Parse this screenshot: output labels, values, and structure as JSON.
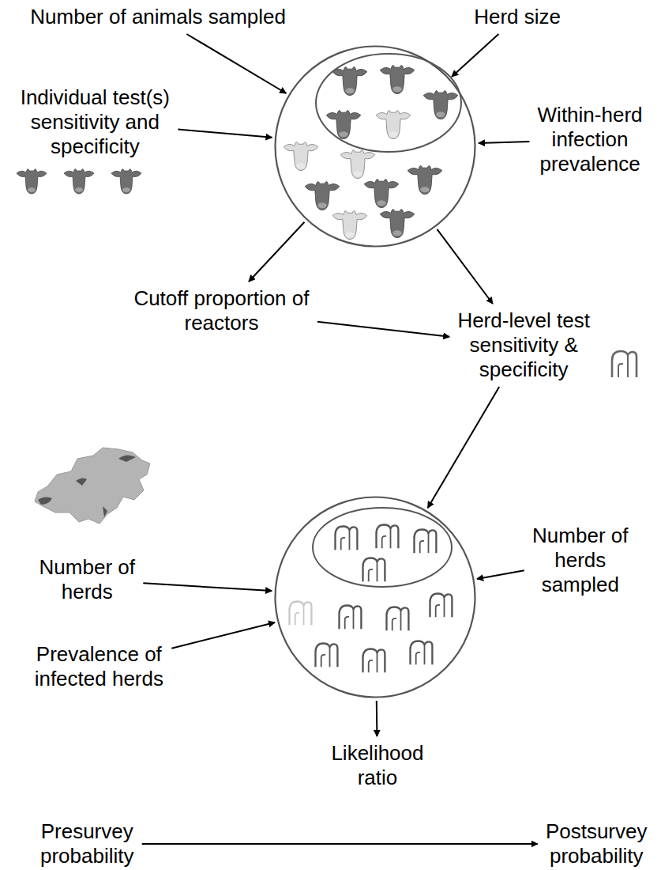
{
  "diagram": {
    "nodes": [
      {
        "text": [
          "Number of animals sampled"
        ]
      },
      {
        "text": [
          "Herd size"
        ]
      },
      {
        "text": [
          "Individual test(s) sensitivity and specificity"
        ]
      },
      {
        "text": []
      },
      {
        "text": [
          "Within-herd infection prevalence"
        ]
      },
      {
        "text": [
          "Cutoff proportion of reactors"
        ]
      },
      {
        "text": [
          "Herd-level test sensitivity & specificity"
        ]
      },
      {
        "text": [
          "Number of herds"
        ]
      },
      {
        "text": []
      },
      {
        "text": [
          "Number of herds sampled"
        ]
      },
      {
        "text": [
          "Prevalence of infected herds"
        ]
      },
      {
        "text": [
          "Likelihood ratio"
        ]
      },
      {
        "text": [
          "Presurvey probability"
        ]
      },
      {
        "text": [
          "Postsurvey probability"
        ]
      }
    ],
    "edges": [
      {
        "from": 0,
        "to": 3,
        "arrow": "to"
      },
      {
        "from": 1,
        "to": 3,
        "arrow": "to"
      },
      {
        "from": 2,
        "to": 3,
        "arrow": "to"
      },
      {
        "from": 4,
        "to": 3,
        "arrow": "to"
      },
      {
        "from": 3,
        "to": 5,
        "arrow": "to"
      },
      {
        "from": 3,
        "to": 6,
        "arrow": "to"
      },
      {
        "from": 5,
        "to": 6,
        "arrow": "to"
      },
      {
        "from": 6,
        "to": 8,
        "arrow": "to"
      },
      {
        "from": 7,
        "to": 8,
        "arrow": "to"
      },
      {
        "from": 9,
        "to": 8,
        "arrow": "to"
      },
      {
        "from": 10,
        "to": 8,
        "arrow": "to"
      },
      {
        "from": 8,
        "to": 11,
        "arrow": "to"
      },
      {
        "from": 12,
        "to": 13,
        "arrow": "to"
      }
    ]
  }
}
